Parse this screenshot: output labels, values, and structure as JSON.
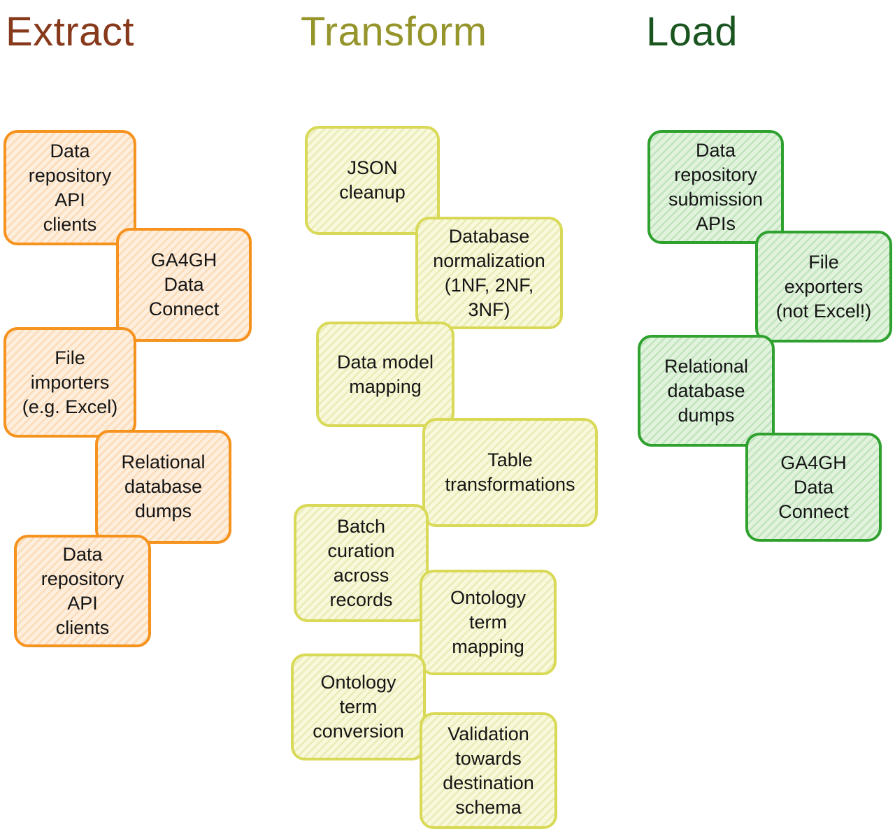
{
  "columns": [
    {
      "title": "Extract",
      "boxes": [
        {
          "label": "Data\nrepository\nAPI\nclients"
        },
        {
          "label": "GA4GH\nData\nConnect"
        },
        {
          "label": "File\nimporters\n(e.g. Excel)"
        },
        {
          "label": "Relational\ndatabase\ndumps"
        },
        {
          "label": "Data\nrepository\nAPI\nclients"
        }
      ]
    },
    {
      "title": "Transform",
      "boxes": [
        {
          "label": "JSON\ncleanup"
        },
        {
          "label": "Database\nnormalization\n(1NF, 2NF,\n3NF)"
        },
        {
          "label": "Data model\nmapping"
        },
        {
          "label": "Table\ntransformations"
        },
        {
          "label": "Batch\ncuration\nacross\nrecords"
        },
        {
          "label": "Ontology\nterm\nmapping"
        },
        {
          "label": "Ontology\nterm\nconversion"
        },
        {
          "label": "Validation\ntowards\ndestination\nschema"
        }
      ]
    },
    {
      "title": "Load",
      "boxes": [
        {
          "label": "Data\nrepository\nsubmission\nAPIs"
        },
        {
          "label": "File\nexporters\n(not Excel!)"
        },
        {
          "label": "Relational\ndatabase\ndumps"
        },
        {
          "label": "GA4GH\nData\nConnect"
        }
      ]
    }
  ],
  "palette": {
    "extract_title": "#87391b",
    "extract_border": "#f6921e",
    "extract_fill": "#fdeede",
    "transform_title": "#95952c",
    "transform_border": "#d9d958",
    "transform_fill": "#f8f8db",
    "load_title": "#1a5520",
    "load_border": "#2fa12e",
    "load_fill": "#e1f3dd"
  }
}
